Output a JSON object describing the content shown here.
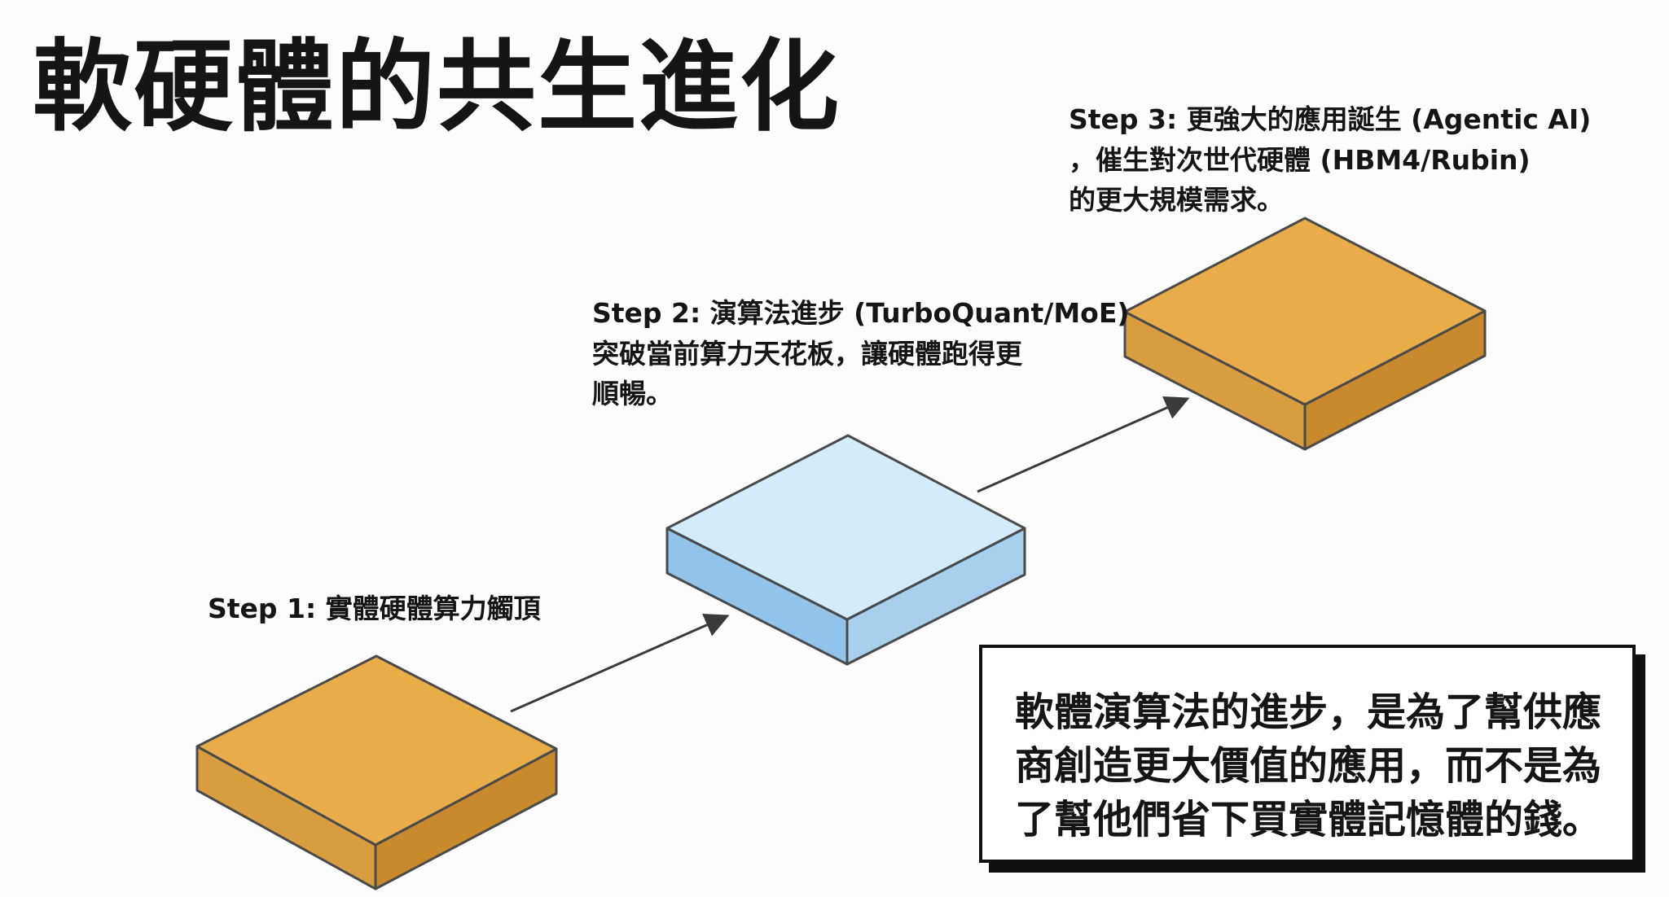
{
  "title": "軟硬體的共生進化",
  "steps": [
    {
      "lines": [
        "Step 1: 實體硬體算力觸頂"
      ]
    },
    {
      "lines": [
        "Step 2: 演算法進步 (TurboQuant/MoE)",
        "突破當前算力天花板，讓硬體跑得更",
        "順暢。"
      ]
    },
    {
      "lines": [
        "Step 3: 更強大的應用誕生 (Agentic AI)",
        "，催生對次世代硬體 (HBM4/Rubin)",
        "的更大規模需求。"
      ]
    }
  ],
  "callout": {
    "lines": [
      "軟體演算法的進步，是為了幫供應",
      "商創造更大價值的應用，而不是為",
      "了幫他們省下買實體記憶體的錢。"
    ]
  },
  "colors": {
    "gold_top": "#e8ad48",
    "gold_left": "#d89d3e",
    "gold_right": "#c9892d",
    "blue_top": "#d4ebfa",
    "blue_left": "#91c3eb",
    "blue_right": "#a6d0ee",
    "outline": "#4a4a4a",
    "arrow": "#3a3a3a"
  }
}
